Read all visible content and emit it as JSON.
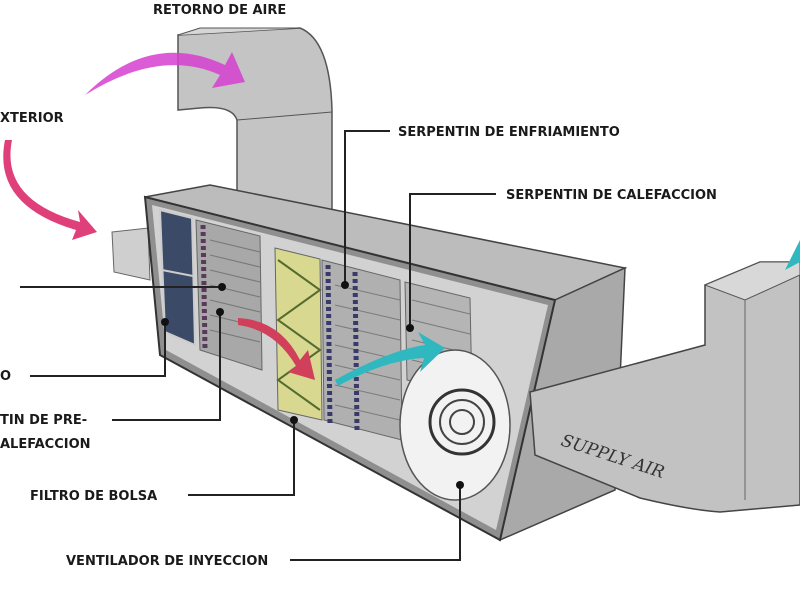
{
  "labels": {
    "return_air": "RETORNO DE AIRE",
    "outside_air": "XTERIOR",
    "unlabeled_top": "",
    "filter": "O",
    "preheat_coil_line1": "TIN DE PRE-",
    "preheat_coil_line2": "ALEFACCION",
    "bag_filter": "FILTRO DE BOLSA",
    "supply_fan": "VENTILADOR DE INYECCION",
    "cooling_coil": "SERPENTIN DE ENFRIAMIENTO",
    "heating_coil": "SERPENTIN DE CALEFACCION",
    "supply_air": "SUPPLY AIR"
  },
  "colors": {
    "return_arrow": "#d63fd0",
    "outside_arrow": "#e0407a",
    "inner_arrow": "#d0405a",
    "supply_arrow": "#2fb8c0",
    "casing": "#bdbdbd",
    "filter_panel": "#3b4a66",
    "bag_filter": "#d8d890"
  }
}
